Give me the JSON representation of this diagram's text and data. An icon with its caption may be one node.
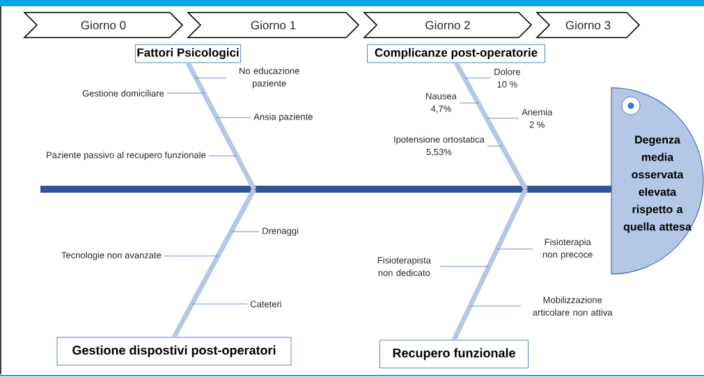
{
  "diagram": {
    "nodes": [
      {
        "text": [
          "Giorno 0"
        ]
      },
      {
        "text": [
          "Giorno 1"
        ]
      },
      {
        "text": [
          "Giorno 2"
        ]
      },
      {
        "text": [
          "Giorno 3"
        ]
      },
      {
        "text": [
          "Fattori Psicologici"
        ]
      },
      {
        "text": [
          "Complicanze post-operatorie"
        ]
      },
      {
        "text": [
          "No educazione paziente"
        ]
      },
      {
        "text": [
          "Dolore",
          "10 %"
        ]
      },
      {
        "text": [
          "Gestione domiciliare"
        ]
      },
      {
        "text": [
          "Nausea",
          "4,7%"
        ]
      },
      {
        "text": [
          "Degenza media osservata elevata rispetto a quella attesa"
        ]
      },
      {
        "text": [
          "Anemia",
          "2 %"
        ]
      },
      {
        "text": [
          "Ansia paziente"
        ]
      },
      {
        "text": [
          "Ipotensione ortostatica",
          "5,53%"
        ]
      },
      {
        "text": [
          "Paziente passivo al recupero funzionale"
        ]
      },
      {
        "text": [
          "Drenaggi"
        ]
      },
      {
        "text": [
          "Fisioterapia non precoce"
        ]
      },
      {
        "text": [
          "Tecnologie non avanzate"
        ]
      },
      {
        "text": [
          "Fisioterapista non dedicato"
        ]
      },
      {
        "text": [
          "Cateteri"
        ]
      },
      {
        "text": [
          "Mobilizzazione articolare non attiva"
        ]
      },
      {
        "text": [
          "Gestione dispostivi post-operatori"
        ]
      },
      {
        "text": [
          "Recupero funzionale"
        ]
      }
    ],
    "edges": [
      {
        "from": null,
        "to": 10,
        "arrow": "none",
        "style": "thick",
        "color": "#2f5597"
      },
      {
        "from": 4,
        "to": null,
        "arrow": "none",
        "style": "thick",
        "color": "#b4c7e7"
      },
      {
        "from": 5,
        "to": null,
        "arrow": "none",
        "style": "thick",
        "color": "#b4c7e7"
      },
      {
        "from": 21,
        "to": null,
        "arrow": "none",
        "style": "thick",
        "color": "#b4c7e7"
      },
      {
        "from": 22,
        "to": null,
        "arrow": "none",
        "style": "thick",
        "color": "#b4c7e7"
      },
      {
        "from": 6,
        "to": null,
        "arrow": "none"
      },
      {
        "from": 7,
        "to": null,
        "arrow": "none"
      },
      {
        "from": 8,
        "to": null,
        "arrow": "none"
      },
      {
        "from": 9,
        "to": null,
        "arrow": "none"
      },
      {
        "from": 11,
        "to": null,
        "arrow": "none"
      },
      {
        "from": 12,
        "to": null,
        "arrow": "none"
      },
      {
        "from": 13,
        "to": null,
        "arrow": "none"
      },
      {
        "from": 14,
        "to": null,
        "arrow": "none"
      },
      {
        "from": 15,
        "to": null,
        "arrow": "none"
      },
      {
        "from": 16,
        "to": null,
        "arrow": "none"
      },
      {
        "from": 17,
        "to": null,
        "arrow": "none"
      },
      {
        "from": 18,
        "to": null,
        "arrow": "none"
      },
      {
        "from": 19,
        "to": null,
        "arrow": "none"
      },
      {
        "from": 20,
        "to": null,
        "arrow": "none"
      }
    ]
  }
}
